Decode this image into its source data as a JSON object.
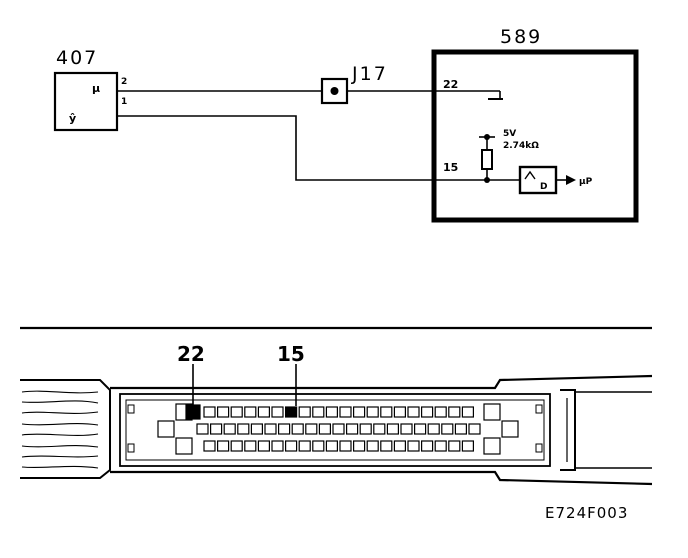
{
  "schematic": {
    "sensor": {
      "id": "407",
      "pin_top": "2",
      "pin_bottom": "1",
      "symbol_top": "μ",
      "symbol_bottom": "ŷ"
    },
    "connector": {
      "id": "J17"
    },
    "ecu": {
      "id": "589",
      "pin_a": "22",
      "pin_b": "15",
      "supply": "5V",
      "resistor": "2.74kΩ",
      "output": "μP",
      "block_symbol": "D"
    }
  },
  "connector_view": {
    "pin_labels": [
      "22",
      "15"
    ]
  },
  "figure_code": "E724F003",
  "colors": {
    "ink": "#000000",
    "paper": "#ffffff"
  }
}
